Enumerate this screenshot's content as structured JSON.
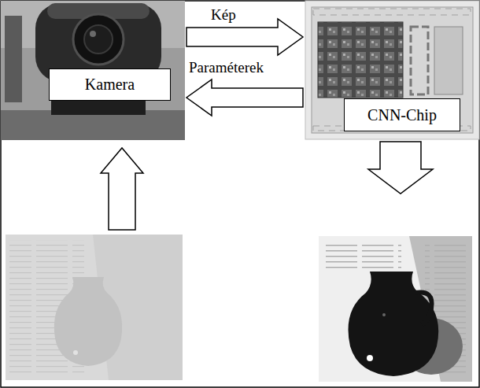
{
  "diagram": {
    "nodes": [
      {
        "text": [
          "Kamera"
        ]
      },
      {
        "text": [
          "CNN-Chip"
        ]
      }
    ],
    "edges": [
      {
        "from": 0,
        "to": 1,
        "arrow": "to",
        "label": "Kép"
      },
      {
        "from": 1,
        "to": 0,
        "arrow": "to",
        "label": "Paraméterek"
      }
    ]
  }
}
